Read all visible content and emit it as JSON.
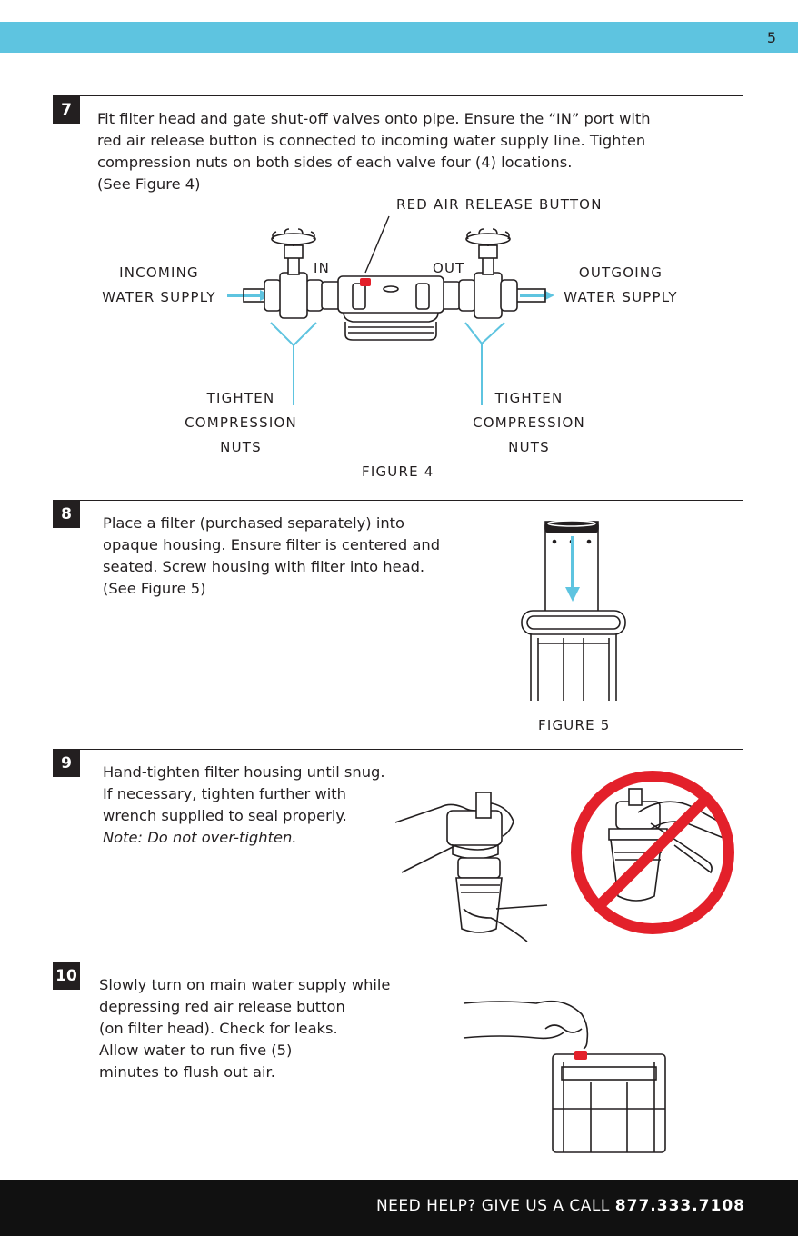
{
  "page_number": "5",
  "step7": {
    "number": "7",
    "text": "Fit filter head and gate shut-off valves onto pipe. Ensure the “IN” port with\nred air release button is connected to incoming water supply line. Tighten\ncompression nuts on both sides of each valve four (4) locations.\n (See Figure 4)",
    "labels": {
      "red_air_release": "RED AIR RELEASE BUTTON",
      "incoming_1": "INCOMING",
      "incoming_2": "WATER SUPPLY",
      "outgoing_1": "OUTGOING",
      "outgoing_2": "WATER SUPPLY",
      "in_port": "IN",
      "out_port": "OUT",
      "tighten_left_1": "TIGHTEN",
      "tighten_left_2": "COMPRESSION",
      "tighten_left_3": "NUTS",
      "tighten_right_1": "TIGHTEN",
      "tighten_right_2": "COMPRESSION",
      "tighten_right_3": "NUTS"
    },
    "figure_caption": "FIGURE 4"
  },
  "step8": {
    "number": "8",
    "text": "Place a filter (purchased separately) into\nopaque housing. Ensure filter is centered and\nseated. Screw housing with filter into head.\n(See Figure 5)",
    "figure_caption": "FIGURE 5"
  },
  "step9": {
    "number": "9",
    "text": "Hand-tighten filter housing until snug.\nIf necessary, tighten further with\nwrench supplied to seal properly.",
    "note": "Note: Do not over-tighten."
  },
  "step10": {
    "number": "10",
    "text": "Slowly turn on main water supply while\ndepressing red air release button\n(on filter head).  Check for leaks.\nAllow water to run five (5)\nminutes to flush out air."
  },
  "footer": {
    "help_text": "NEED HELP? GIVE US A CALL ",
    "phone": "877.333.7108"
  },
  "colors": {
    "accent_blue": "#5ec4e0",
    "prohibition_red": "#e3202a",
    "ink": "#231f20"
  }
}
